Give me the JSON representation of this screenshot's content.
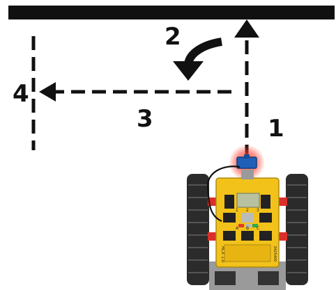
{
  "diagram": {
    "step_labels": [
      "1",
      "2",
      "3",
      "4"
    ],
    "rcx_brand": "RCX 1.0",
    "rcx_part_no": "0425400",
    "port_numbers": [
      "1",
      "2",
      "3"
    ],
    "port_letters": [
      "A",
      "B",
      "C"
    ],
    "colors": {
      "line": "#111111",
      "wall": "#111111",
      "robot_body": "#f2c21b",
      "tread": "#2b2b2b",
      "glow": "#ff4a3a",
      "sensor": "#1f5fb8",
      "lcd": "#b9c2a0"
    },
    "icons": [
      "straight-arrow-icon",
      "curved-turn-arrow-icon",
      "left-arrow-icon",
      "light-sensor-icon"
    ]
  }
}
